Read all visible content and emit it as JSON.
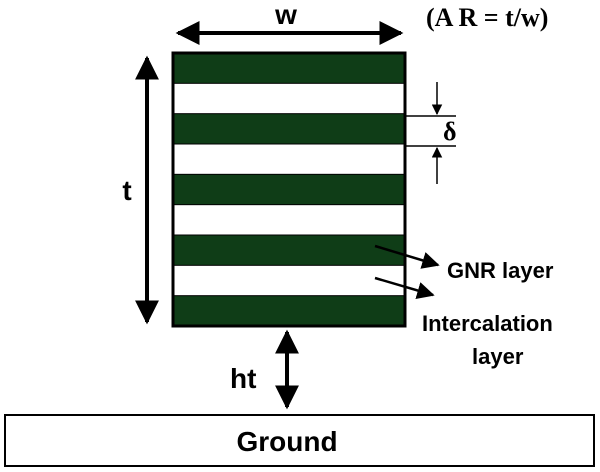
{
  "labels": {
    "width": "w",
    "aspect_ratio": "(A R = t/w)",
    "thickness": "t",
    "delta": "δ",
    "gnr_layer": "GNR layer",
    "intercalation_line1": "Intercalation",
    "intercalation_line2": "layer",
    "height": "ht",
    "ground": "Ground"
  },
  "stack": {
    "layers": [
      "gnr",
      "intercalation",
      "gnr",
      "intercalation",
      "gnr",
      "intercalation",
      "gnr",
      "intercalation",
      "gnr"
    ]
  },
  "colors": {
    "gnr": "#0f3d17",
    "intercalation": "#ffffff",
    "outline": "#000000",
    "ground_fill": "#ffffff"
  }
}
